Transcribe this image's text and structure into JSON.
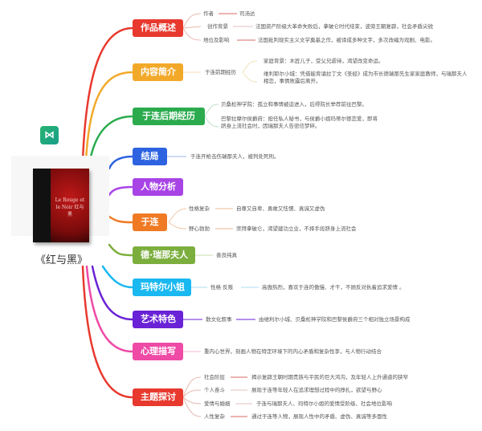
{
  "root": {
    "title": "《红与黑》",
    "logo_icon": "mindmaster-logo-icon",
    "cover_text": "Le Rouge et le Noir 红与黑"
  },
  "colors": {
    "overview": "#e8392e",
    "intro": "#f2a92a",
    "later": "#2bab4d",
    "ending": "#2d63e0",
    "analysis": "#a844e6",
    "yulian": "#f07a24",
    "renal": "#7cae3e",
    "mathilde": "#1ab8f0",
    "art": "#6a22d6",
    "psych": "#ee4aa6",
    "theme": "#e8392e"
  },
  "branches": [
    {
      "label": "作品概述",
      "children": [
        {
          "label": "作者",
          "text": "司汤达"
        },
        {
          "label": "创作背景",
          "text": "法国资产阶级大革命失败后，拿破仑时代结束，波旁王朝复辟，社会矛盾尖锐"
        },
        {
          "label": "地位及影响",
          "text": "法国批判现实主义文学奠基之作，被译成多种文字，多次改编为戏剧、电影。"
        }
      ]
    },
    {
      "label": "内容简介",
      "children": [
        {
          "label": "于连前期经历",
          "items": [
            "家庭背景：木匠儿子，受父兄虐待，渴望改变命运。",
            "维利耶尔小城：凭借能背诵拉丁文《圣经》成为市长德瑞那先生家家庭教师，与瑞那夫人相恋，事情败露后离开。"
          ]
        }
      ]
    },
    {
      "label": "于连后期经历",
      "items": [
        "贝桑松神学院：孤立和事情被迫进入，后得院长举荐前往巴黎。",
        "巴黎拉摩尔侯爵府：担任私人秘书，与侯爵小姐玛蒂尔德恋爱，即将跻身上流社会时，因瑞那夫人告密信梦碎。"
      ]
    },
    {
      "label": "结局",
      "children": [
        {
          "text": "于连开枪击伤瑞那夫人，被判处死刑。"
        }
      ]
    },
    {
      "label": "人物分析",
      "children": []
    },
    {
      "label": "于连",
      "children": [
        {
          "label": "性格复杂",
          "text": "自尊又自卑、勇敢又怯懦、真诚又虚伪"
        },
        {
          "label": "野心勃勃",
          "text": "崇拜拿破仑，渴望建功立业，不择手段跻身上流社会"
        }
      ]
    },
    {
      "label": "德·瑞那夫人",
      "children": [
        {
          "text": "善良纯真"
        }
      ]
    },
    {
      "label": "玛特尔小姐",
      "children": [
        {
          "label": "性格·反叛",
          "text": "高傲热烈，喜欢于连的傲慢、才干，不顾反对执着追求爱情 。"
        }
      ]
    },
    {
      "label": "艺术特色",
      "children": [
        {
          "label": "散文化叙事",
          "text": "由维利尔小城、贝桑松神学院和巴黎侯爵府三个相对独立场景构成"
        }
      ]
    },
    {
      "label": "心理描写",
      "children": [
        {
          "text": "重内心世界，刻画人物在特定环境下的内心矛盾和复杂性李，与人物行动结合"
        }
      ]
    },
    {
      "label": "主题探讨",
      "children": [
        {
          "label": "社会阶层",
          "text": "揭示复辟王朝时期贵族与平民的巨大鸿沟，及年轻人上升通道的狭窄"
        },
        {
          "label": "个人奋斗",
          "text": "展现于连等年轻人在追求理想过程中的挣扎，欲望与野心"
        },
        {
          "label": "爱情与婚姻",
          "text": "于连与瑞那夫人、玛特尔小姐的爱情受阶级、社会地位影响"
        },
        {
          "label": "人性复杂",
          "text": "通过于连等人物，展现人性中的矛盾、虚伪、真诚等多面性"
        }
      ]
    }
  ]
}
